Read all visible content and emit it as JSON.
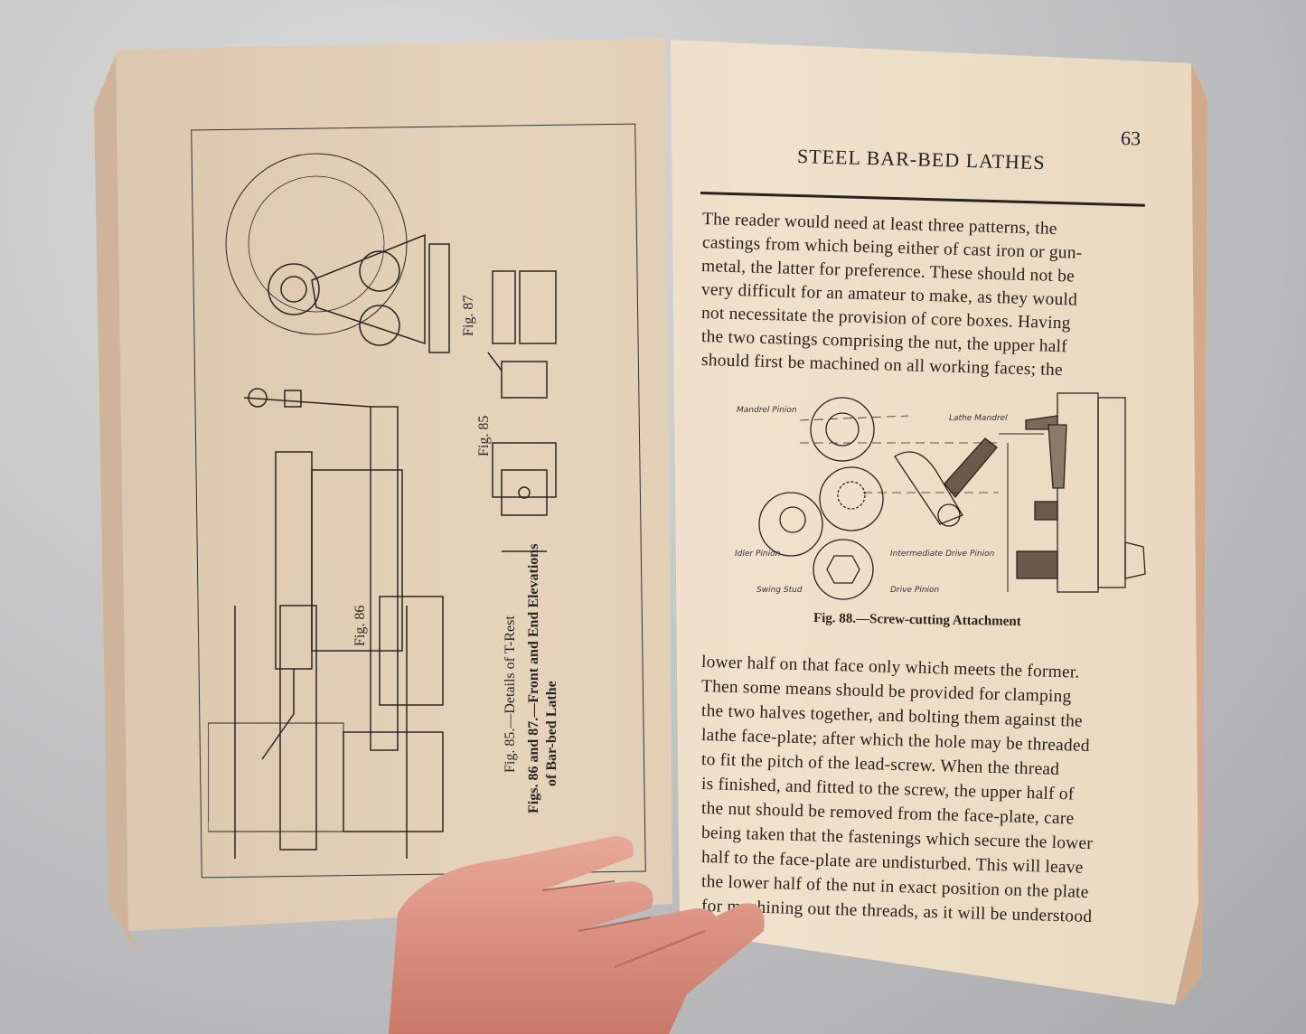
{
  "left_page": {
    "fig_labels": [
      "Fig. 85",
      "Fig. 86",
      "Fig. 87"
    ],
    "caption_85": "Fig. 85.—Details of T-Rest",
    "caption_86_87_line1": "Figs. 86 and 87.—Front and End Elevations",
    "caption_86_87_line2": "of Bar-bed Lathe"
  },
  "right_page": {
    "page_number": "63",
    "running_head": "STEEL BAR-BED LATHES",
    "paragraph_1": [
      "The reader would need at least three patterns, the",
      "castings from which being either of cast iron or gun-",
      "metal, the latter for preference.  These should not be",
      "very difficult for an amateur to make, as they would",
      "not necessitate the provision of core boxes.  Having",
      "the two castings comprising the nut, the upper half",
      "should first be machined on all working faces; the"
    ],
    "figure_88": {
      "labels": [
        "Mandrel Pinion",
        "Lathe Mandrel",
        "Idler Pinion",
        "Intermediate Drive Pinion",
        "Swing Stud",
        "Drive Pinion"
      ],
      "caption": "Fig. 88.—Screw-cutting Attachment"
    },
    "paragraph_2": [
      "lower half on that face only which meets the former.",
      "Then some means should be provided for clamping",
      "the two halves together, and bolting them against the",
      "lathe face-plate; after which the hole may be threaded",
      "to fit the pitch of the lead-screw.  When the thread",
      "is finished, and fitted to the screw, the upper half of",
      "the nut should be removed from the face-plate, care",
      "being taken that the fastenings which secure the lower",
      "half to the face-plate are undisturbed.  This will leave",
      "the lower half of the nut in exact position on the plate",
      "for machining out the threads, as it will be understood"
    ]
  }
}
